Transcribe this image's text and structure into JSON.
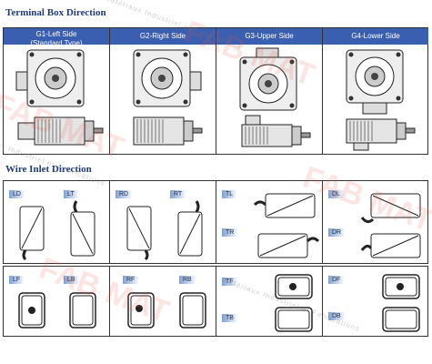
{
  "terminal_section": {
    "title": "Terminal Box Direction",
    "columns": [
      {
        "label": "G1-Left Side\n(Standard Type)"
      },
      {
        "label": "G2-Right Side"
      },
      {
        "label": "G3-Upper Side"
      },
      {
        "label": "G4-Lower Side"
      }
    ]
  },
  "wire_section": {
    "title": "Wire Inlet Direction",
    "tags": [
      "LD",
      "LT",
      "RD",
      "RT",
      "TL",
      "TR",
      "DL",
      "DR",
      "LF",
      "LB",
      "RF",
      "RB",
      "TF",
      "TB",
      "DF",
      "DB"
    ]
  },
  "watermark": {
    "brand": "FAB MAT",
    "tagline": "Matériaux Industriel et Fabrications"
  },
  "colors": {
    "header_bg": "#3a5fb0",
    "title": "#1f3b7a",
    "tag_bg": "#7fa1cf"
  }
}
